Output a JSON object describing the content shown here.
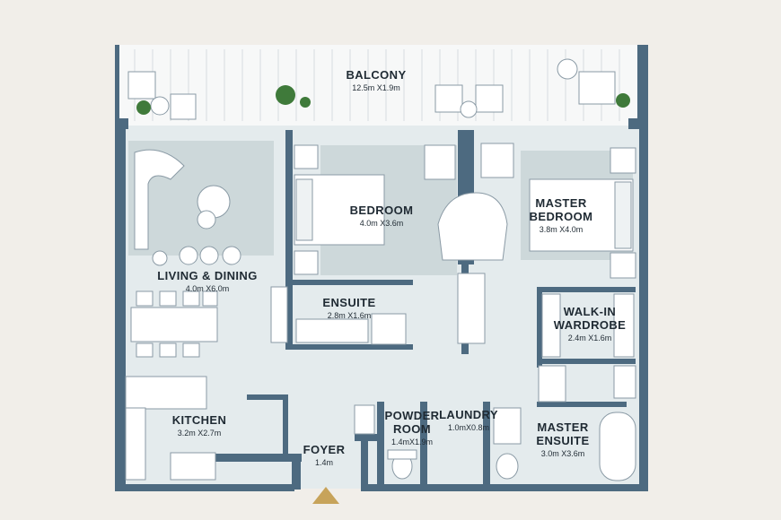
{
  "plan": {
    "rooms": [
      {
        "name": "BALCONY",
        "dims": "12.5m X1.9m"
      },
      {
        "name": "BEDROOM",
        "dims": "4.0m X3.6m"
      },
      {
        "name": "MASTER BEDROOM",
        "dims": "3.8m X4.0m"
      },
      {
        "name": "LIVING & DINING",
        "dims": "4.0m X6.0m"
      },
      {
        "name": "ENSUITE",
        "dims": "2.8m X1.6m"
      },
      {
        "name": "WALK-IN WARDROBE",
        "dims": "2.4m X1.6m"
      },
      {
        "name": "KITCHEN",
        "dims": "3.2m X2.7m"
      },
      {
        "name": "POWDER ROOM",
        "dims": "1.4mX1.9m"
      },
      {
        "name": "LAUNDRY",
        "dims": "1.0mX0.8m"
      },
      {
        "name": "MASTER ENSUITE",
        "dims": "3.0m X3.6m"
      },
      {
        "name": "FOYER",
        "dims": "1.4m"
      }
    ],
    "colors": {
      "wall": "#4d6a80",
      "floor": "#e4ebed",
      "rug": "#cdd8da",
      "furniture": "#ffffff",
      "entry_marker": "#c7a35a",
      "plant": "#3f7a3a",
      "background": "#f1eee9"
    },
    "entry_icon": "entry-triangle-icon"
  }
}
